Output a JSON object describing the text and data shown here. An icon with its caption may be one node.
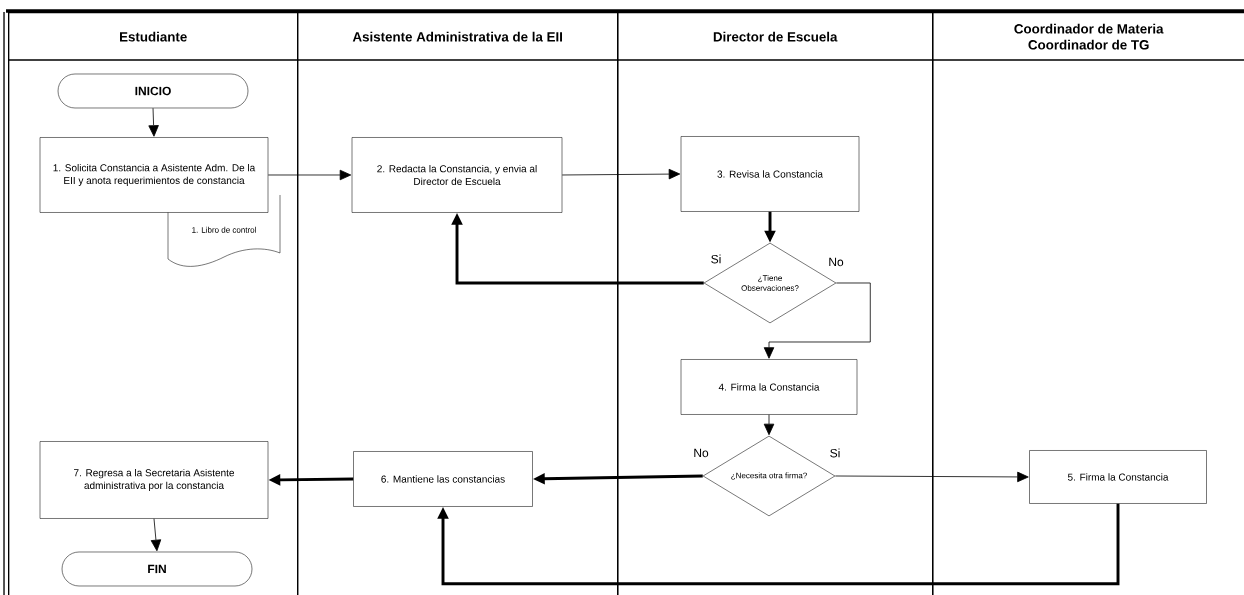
{
  "diagram": {
    "nodes": [
      {
        "text": [
          "Estudiante"
        ]
      },
      {
        "text": [
          "Asistente Administrativa de la EII"
        ]
      },
      {
        "text": [
          "Director de Escuela"
        ]
      },
      {
        "text": [
          "Coordinador de Materia Coordinador de TG"
        ]
      },
      {
        "text": [
          "INICIO"
        ],
        "in": 0
      },
      {
        "text": [
          "1. Solicita Constancia a Asistente Adm. De la EII y anota requerimientos de constancia"
        ],
        "in": 0
      },
      {
        "text": [
          "1. Libro de control"
        ],
        "in": 0
      },
      {
        "text": [
          "2. Redacta la Constancia, y envia al Director de Escuela"
        ],
        "in": 1
      },
      {
        "text": [
          "3. Revisa la Constancia"
        ],
        "in": 2
      },
      {
        "text": [
          "¿Tiene Observaciones?"
        ],
        "in": 2
      },
      {
        "text": [
          "4. Firma la Constancia"
        ],
        "in": 2
      },
      {
        "text": [
          "¿Necesita otra firma?"
        ],
        "in": 2
      },
      {
        "text": [
          "5. Firma la Constancia"
        ],
        "in": 3
      },
      {
        "text": [
          "6. Mantiene las constancias"
        ],
        "in": 1
      },
      {
        "text": [
          "7. Regresa a la Secretaria Asistente administrativa por la constancia"
        ],
        "in": 0
      },
      {
        "text": [
          "FIN"
        ],
        "in": 0
      }
    ],
    "edges": [
      {
        "from": 4,
        "to": 5,
        "arrow": "to"
      },
      {
        "from": 5,
        "to": 7,
        "arrow": "to"
      },
      {
        "from": 7,
        "to": 8,
        "arrow": "to"
      },
      {
        "from": 8,
        "to": 9,
        "arrow": "to",
        "style": "thick"
      },
      {
        "from": 9,
        "to": 7,
        "arrow": "to",
        "label": "Si",
        "style": "thick"
      },
      {
        "from": 9,
        "to": 10,
        "arrow": "to",
        "label": "No"
      },
      {
        "from": 10,
        "to": 11,
        "arrow": "to"
      },
      {
        "from": 11,
        "to": 12,
        "arrow": "to",
        "label": "Si"
      },
      {
        "from": 11,
        "to": 13,
        "arrow": "to",
        "label": "No",
        "style": "thick"
      },
      {
        "from": 12,
        "to": 13,
        "arrow": "to",
        "style": "thick"
      },
      {
        "from": 13,
        "to": 14,
        "arrow": "to",
        "style": "thick"
      },
      {
        "from": 14,
        "to": 15,
        "arrow": "to"
      }
    ]
  }
}
